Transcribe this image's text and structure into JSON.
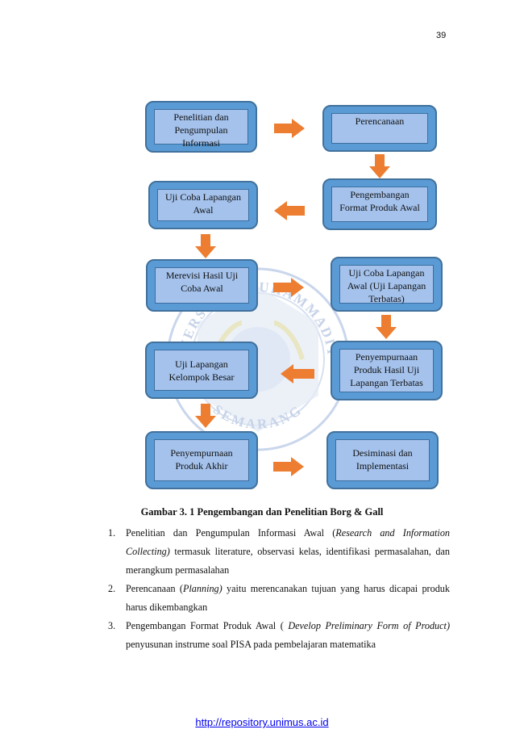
{
  "page_number": "39",
  "flowchart": {
    "boxes": [
      {
        "id": "b1",
        "lines": [
          "Penelitian dan",
          "Pengumpulan",
          "Informasi"
        ]
      },
      {
        "id": "b2",
        "lines": [
          "Perencanaan"
        ]
      },
      {
        "id": "b3",
        "lines": [
          "Uji Coba Lapangan",
          "Awal"
        ]
      },
      {
        "id": "b4",
        "lines": [
          "Pengembangan",
          "Format Produk Awal"
        ]
      },
      {
        "id": "b5",
        "lines": [
          "Merevisi Hasil Uji",
          "Coba Awal"
        ]
      },
      {
        "id": "b6",
        "lines": [
          "Uji Coba Lapangan",
          "Awal (Uji Lapangan",
          "Terbatas)"
        ]
      },
      {
        "id": "b7",
        "lines": [
          "Uji Lapangan",
          "Kelompok Besar"
        ]
      },
      {
        "id": "b8",
        "lines": [
          "Penyempurnaan",
          "Produk Hasil Uji",
          "Lapangan Terbatas"
        ]
      },
      {
        "id": "b9",
        "lines": [
          "Penyempurnaan",
          "Produk Akhir"
        ]
      },
      {
        "id": "b10",
        "lines": [
          "Desiminasi dan",
          "Implementasi"
        ]
      }
    ],
    "colors": {
      "box_outer": "#5b9bd5",
      "box_inner": "#b4cbf0",
      "arrow": "#ed7d31"
    }
  },
  "watermark": {
    "top_text": "UNIVERSITAS MUHAMMADIYAH",
    "bottom_text": "SEMARANG"
  },
  "caption": "Gambar 3. 1 Pengembangan dan Penelitian Borg & Gall",
  "list": [
    {
      "num": "1.",
      "p1": "Penelitian dan Pengumpulan Informasi Awal (",
      "i1": "Research and Information Collecting)",
      "p2": " termasuk literature, observasi kelas, identifikasi permasalahan, dan merangkum permasalahan"
    },
    {
      "num": "2.",
      "p1": "Perencanaan (",
      "i1": "Planning)",
      "p2": " yaitu merencanakan tujuan yang harus dicapai produk harus dikembangkan"
    },
    {
      "num": "3.",
      "p1": "Pengembangan Format Produk Awal ( ",
      "i1": "Develop Preliminary Form of Product)",
      "p2": " penyusunan instrume soal PISA pada pembelajaran matematika"
    }
  ],
  "footer_link": "http://repository.unimus.ac.id"
}
